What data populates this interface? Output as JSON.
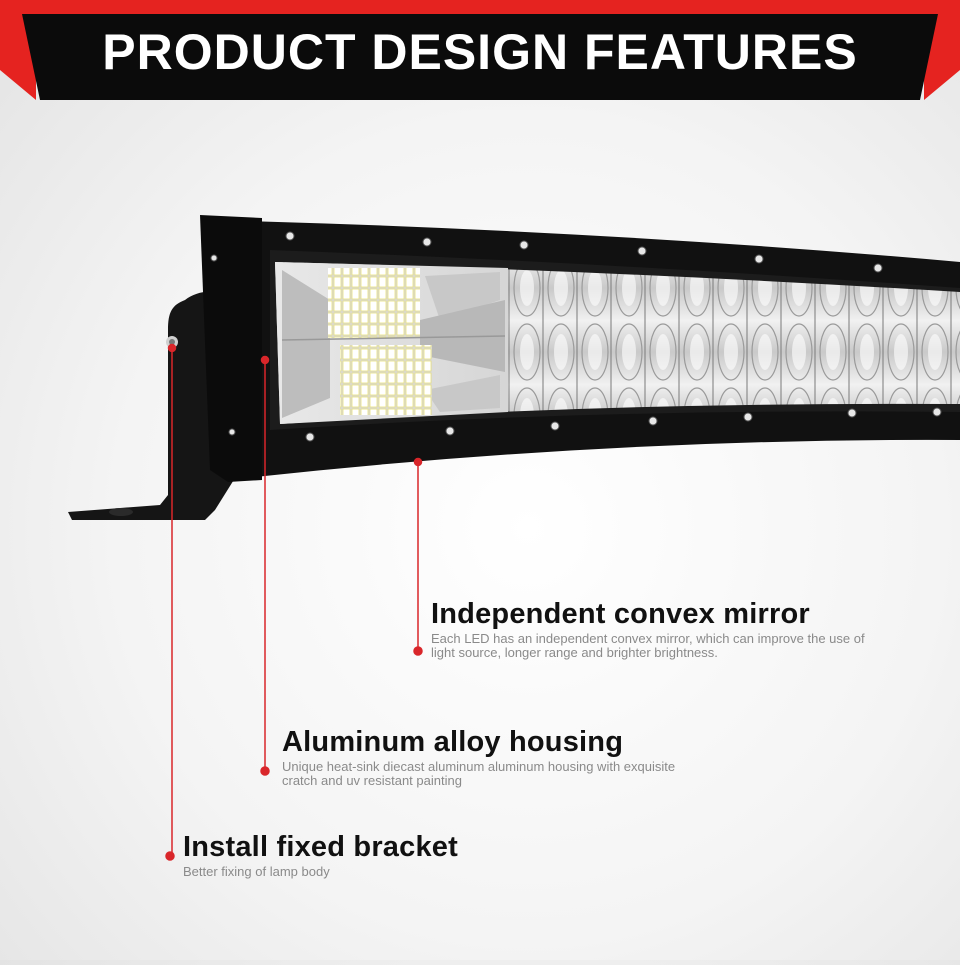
{
  "banner": {
    "title": "PRODUCT DESIGN FEATURES",
    "accent_color": "#e52320",
    "bar_color": "#0b0b0b"
  },
  "product": {
    "icon": "led-light-bar-image",
    "pointer_color": "#d9262a"
  },
  "features": [
    {
      "title": "Independent convex mirror",
      "description_line1": "Each LED has an independent convex mirror,  which can improve the use of",
      "description_line2": "light source, longer range and brighter brightness."
    },
    {
      "title": "Aluminum alloy housing",
      "description_line1": "Unique heat-sink diecast aluminum aluminum housing with exquisite",
      "description_line2": "cratch and uv resistant painting"
    },
    {
      "title": "Install fixed bracket",
      "description_line1": "Better fixing of lamp body"
    }
  ]
}
